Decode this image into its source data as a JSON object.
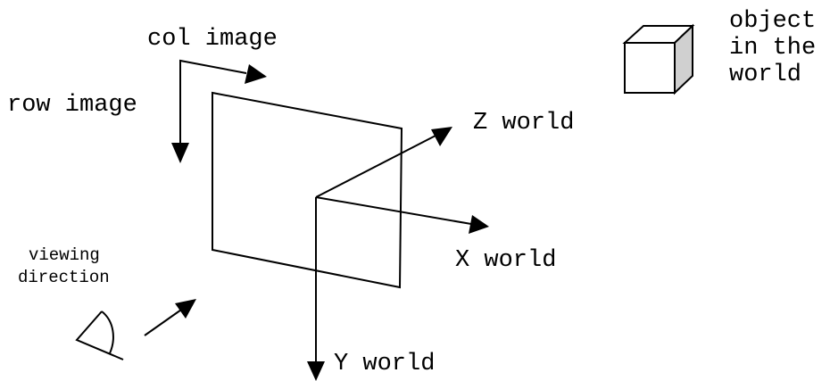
{
  "labels": {
    "col_image": "col image",
    "row_image": "row image",
    "z_world": "Z world",
    "x_world": "X world",
    "y_world": "Y world",
    "viewing_direction_line1": "viewing",
    "viewing_direction_line2": "direction",
    "object_line1": "object",
    "object_line2": "in the",
    "object_line3": "world"
  },
  "colors": {
    "stroke": "#000000",
    "cube_side_shade": "#d0d0d0"
  }
}
